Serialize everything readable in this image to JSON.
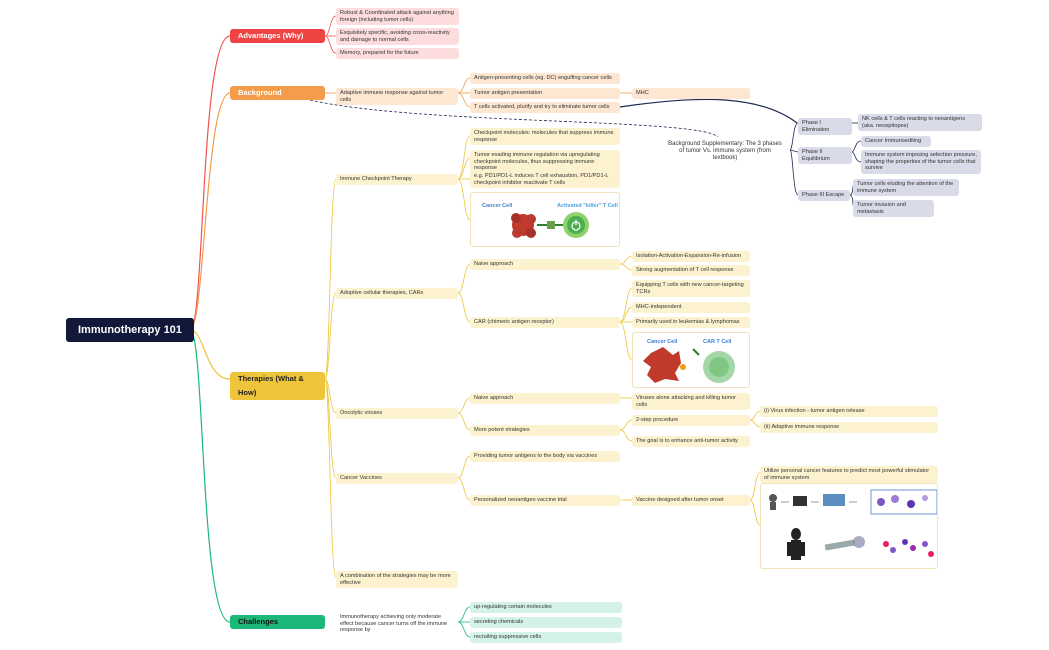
{
  "root": "Immunotherapy 101",
  "advantages": {
    "title": "Advantages (Why)",
    "items": [
      "Robust & Coordinated attack against anything foreign (including tumor cells)",
      "Exquisitely specific, avoiding cross-reactivity and damage to normal cells",
      "Memory, prepared for the future"
    ]
  },
  "background": {
    "title": "Background",
    "adaptive": "Adaptive immune response against tumor cells",
    "steps": [
      "Antigen-presenting cells (eg. DC) engulfing cancer cells",
      "Tumor antigen presentation",
      "T cells activated, plurify and try to eliminate tumor cells"
    ],
    "mhc": "MHC",
    "supplementary": "Background Supplementary: The 3 phases of tumor Vs. immune system (from textbook)",
    "phases": {
      "elimination": {
        "label": "Phase I Elimination",
        "items": [
          "NK cells & T cells reacting to neoantigens (aka. neoepitopes)"
        ]
      },
      "equilibrium": {
        "label": "Phase II Equilibrium",
        "items": [
          "Cancer Immunoediting",
          "Immune system imposing selection pressure, shaping the properties of the tumor cells that survive"
        ]
      },
      "escape": {
        "label": "Phase III Escape",
        "items": [
          "Tumor cells eluding the attention of the immune system",
          "Tumor invasion and metastasis"
        ]
      }
    }
  },
  "therapies": {
    "title": "Therapies (What & How)",
    "checkpoint": {
      "label": "Immune Checkpoint Therapy",
      "items": [
        "Checkpoint molecules: molecules that suppress immune response",
        "Tumor evading immune regulation via upregulating checkpoint molecules, thus suppressing immune response",
        "e.g. PD1/PD1-L induces T cell exhaustion, PD1/PD1-L checkpoint inhibitor reactivate T cells"
      ],
      "img_cancer": "Cancer Cell",
      "img_tcell": "Activated \"killer\" T Cell"
    },
    "adoptive": {
      "label": "Adoptive cellular therapies, CARs",
      "naive": "Naive approach",
      "naive_items": [
        "Isolation-Activation-Expansion-Re-infusion",
        "Strong augmentation of T cell response"
      ],
      "car": "CAR (chimeric antigen receptor)",
      "car_items": [
        "Equipping T cells with new cancer-targeting TCRs",
        "MHC-independent",
        "Primarily used in leukemias & lymphomas"
      ],
      "img_cancer": "Cancer Cell",
      "img_car": "CAR T Cell"
    },
    "oncolytic": {
      "label": "Oncolytic viruses",
      "naive": "Naive approach",
      "naive_item": "Viruses alone attacking and killing tumor cells",
      "potent": "More potent strategies",
      "two_step": "2-step procedure",
      "two_step_items": [
        "(i) Virus infection - tumor antigen release",
        "(ii) Adaptive immune response"
      ],
      "goal": "The goal is to enhance anti-tumor activity"
    },
    "vaccines": {
      "label": "Cancer Vaccines",
      "providing": "Providing tumor antigens to the body via vaccines",
      "trial": "Personalized neoantigen vaccine trial",
      "designed": "Vaccine designed after tumor onset",
      "utilize": "Utilize personal cancer features to predict most powerful stimulator of immune system"
    },
    "combination": "A combination of the strategies may be more effective"
  },
  "challenges": {
    "title": "Challenges",
    "summary": "Immunotherapy achieving only moderate effect because cancer turns off the immune response by",
    "items": [
      "up-regulating certain molecules",
      "secreting chemicals",
      "recruiting suppressive cells"
    ]
  },
  "colors": {
    "root": "#12183a",
    "advantages": "#ef4444",
    "background": "#f39c4a",
    "therapies": "#eec53a",
    "challenges": "#1bb87a",
    "phases": "#d9dbe8",
    "connector": "#1d2a4f"
  }
}
